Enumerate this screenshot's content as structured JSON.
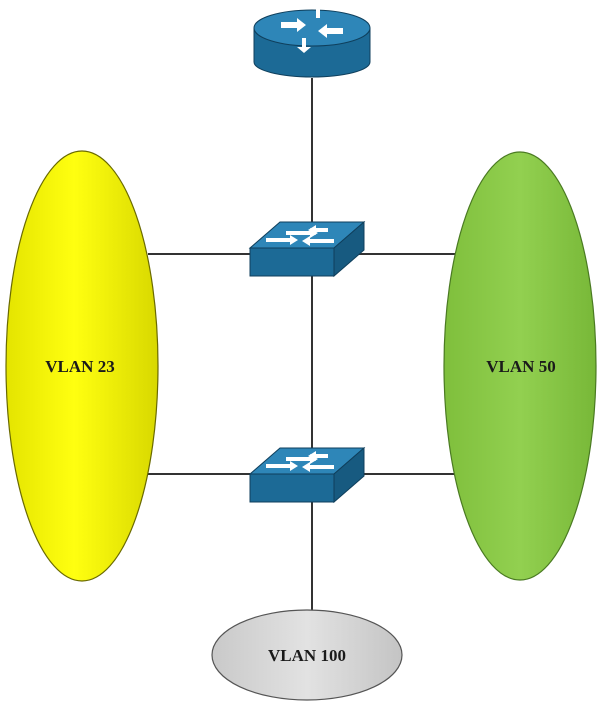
{
  "diagram": {
    "vlans": {
      "left": {
        "label": "VLAN 23",
        "color": "#f2f200"
      },
      "right": {
        "label": "VLAN 50",
        "color": "#8fcc4a"
      },
      "bottom": {
        "label": "VLAN 100",
        "color": "#d6d6d6"
      }
    },
    "devices": {
      "router": {
        "icon": "router-icon"
      },
      "switch_1": {
        "icon": "switch-icon"
      },
      "switch_2": {
        "icon": "switch-icon"
      }
    },
    "colors": {
      "device_fill": "#1f6f9c",
      "device_top": "#2e86b8",
      "link": "#333333"
    }
  }
}
